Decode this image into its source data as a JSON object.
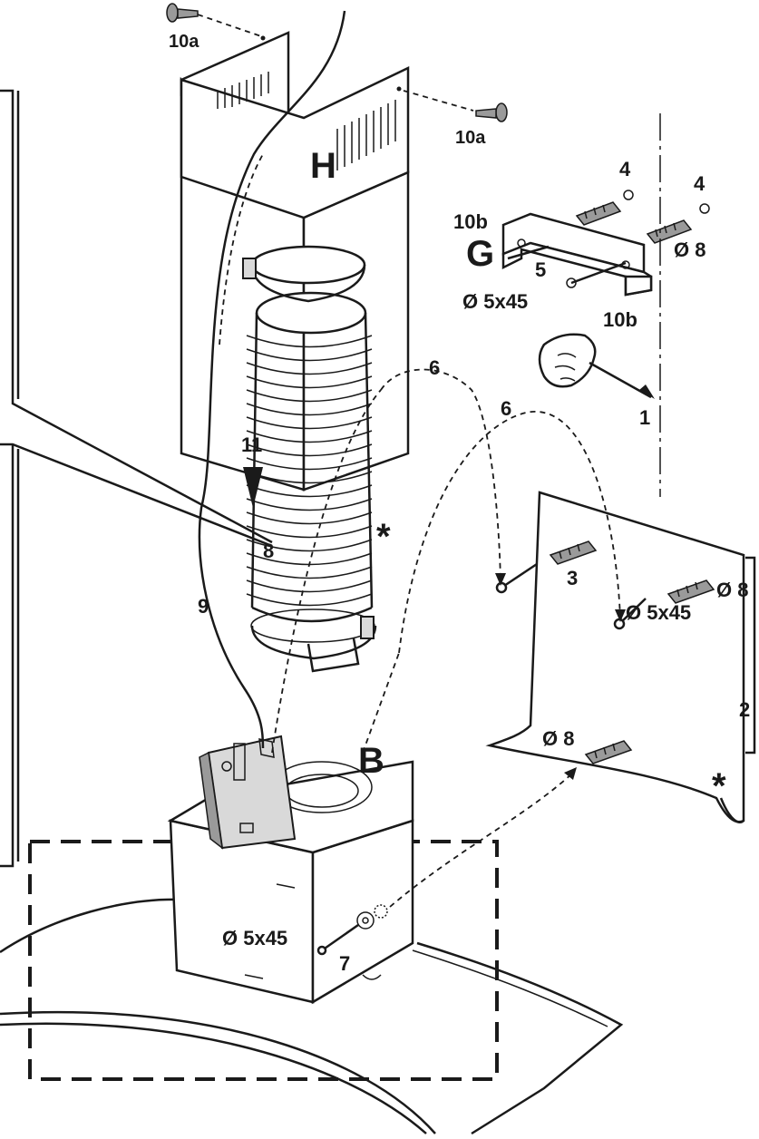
{
  "labels": {
    "screw_top_left": "10a",
    "screw_top_right": "10a",
    "chimney_upper": "H",
    "bracket": "G",
    "bracket_screw_left": "10b",
    "bracket_screw_right": "10b",
    "washer_left": "4",
    "washer_right": "4",
    "bracket_item": "5",
    "bracket_screw_size": "Ø 5x45",
    "bracket_plug_size": "Ø 8",
    "marking_step": "1",
    "hook_a": "6",
    "hook_b": "6",
    "cable_clip": "11",
    "duct": "8",
    "duct_asterisk": "*",
    "cable": "9",
    "plug_panel": "3",
    "plug_panel_size": "Ø 8",
    "panel_screw_size": "Ø 5x45",
    "wall_item": "2",
    "plug_lower_size": "Ø 8",
    "wall_asterisk": "*",
    "motor_body": "B",
    "motor_screw_size": "Ø 5x45",
    "motor_screw_item": "7"
  }
}
